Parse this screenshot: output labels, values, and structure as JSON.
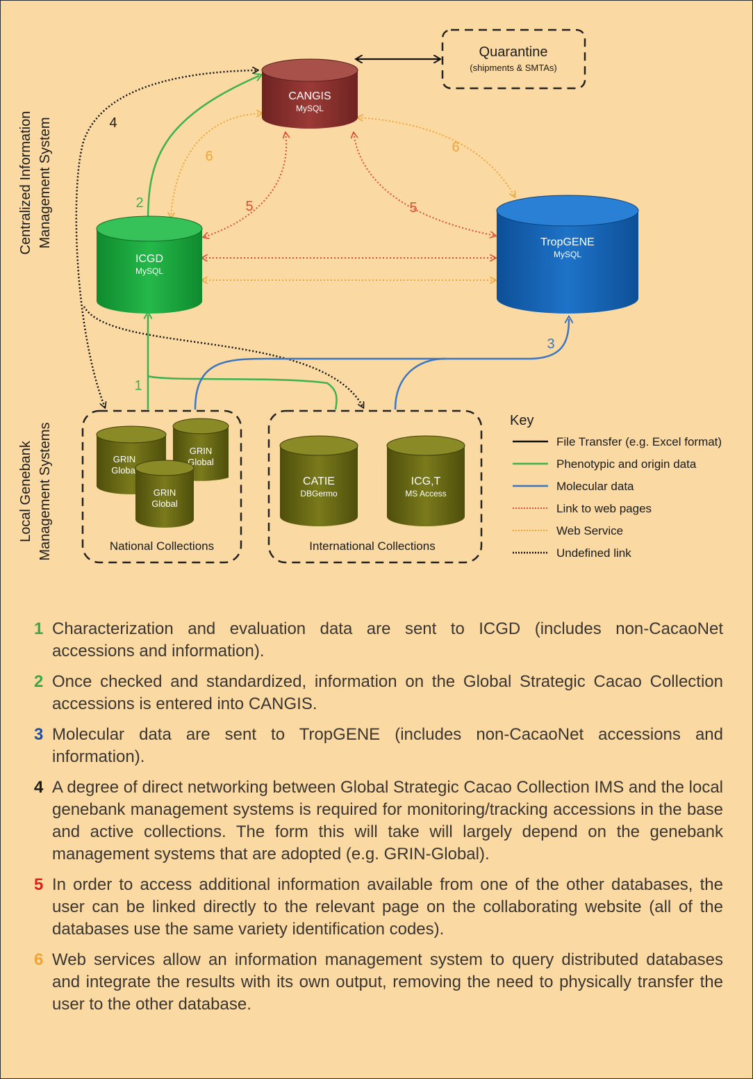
{
  "side_labels": {
    "top_line1": "Centralized Information",
    "top_line2": "Management System",
    "bottom_line1": "Local Genebank",
    "bottom_line2": "Management Systems"
  },
  "databases": {
    "cangis": {
      "name": "CANGIS",
      "engine": "MySQL",
      "color": "#8a2f2c"
    },
    "icgd": {
      "name": "ICGD",
      "engine": "MySQL",
      "color": "#16a33a"
    },
    "tropgene": {
      "name": "TropGENE",
      "engine": "MySQL",
      "color": "#1566b8"
    },
    "quarantine_title": "Quarantine",
    "quarantine_sub": "(shipments & SMTAs)"
  },
  "collections": {
    "national": {
      "label": "National Collections",
      "db1": "GRIN",
      "db1b": "Global",
      "db2": "GRIN",
      "db2b": "Global",
      "db3": "GRIN",
      "db3b": "Global"
    },
    "international": {
      "label": "International Collections",
      "catie": "CATIE",
      "catie_engine": "DBGermo",
      "icgt": "ICG,T",
      "icgt_engine": "MS Access"
    },
    "olive_color": "#6c6b16"
  },
  "link_numbers": {
    "n1": "1",
    "n2": "2",
    "n3": "3",
    "n4": "4",
    "n5a": "5",
    "n5b": "5",
    "n6a": "6",
    "n6b": "6"
  },
  "key": {
    "title": "Key",
    "items": [
      {
        "label": "File Transfer (e.g. Excel format)",
        "color": "#111111",
        "style": "solid"
      },
      {
        "label": "Phenotypic and origin data",
        "color": "#3db050",
        "style": "solid"
      },
      {
        "label": "Molecular data",
        "color": "#3a76c0",
        "style": "solid"
      },
      {
        "label": "Link to web pages",
        "color": "#e04a2e",
        "style": "dotted"
      },
      {
        "label": "Web Service",
        "color": "#f0a437",
        "style": "dotted"
      },
      {
        "label": "Undefined link",
        "color": "#111111",
        "style": "dotted"
      }
    ]
  },
  "notes": [
    {
      "num": "1",
      "color": "#3aa84a",
      "text": "Characterization and evaluation data are sent to ICGD (includes non-CacaoNet accessions and information)."
    },
    {
      "num": "2",
      "color": "#3aa84a",
      "text": "Once checked and standardized, information on the Global Strategic Cacao Collection accessions is entered into CANGIS."
    },
    {
      "num": "3",
      "color": "#1f4e9c",
      "text": "Molecular data are sent to TropGENE (includes non-CacaoNet accessions and information)."
    },
    {
      "num": "4",
      "color": "#1a1a1a",
      "text": "A degree of direct networking between Global Strategic Cacao Collection IMS and the local genebank management systems is required for monitoring/tracking accessions in the base and active collections. The form this will take will largely depend on the genebank management systems that are adopted (e.g. GRIN-Global)."
    },
    {
      "num": "5",
      "color": "#e0201c",
      "text": "In order to access additional information available from one of the other databases, the user can be linked directly to the relevant page on the collaborating website (all of the databases use the same variety identification codes)."
    },
    {
      "num": "6",
      "color": "#f0a437",
      "text": "Web services allow an information management system to query distributed databases and integrate the results with its own output, removing the need to physically transfer the user to the other database."
    }
  ]
}
